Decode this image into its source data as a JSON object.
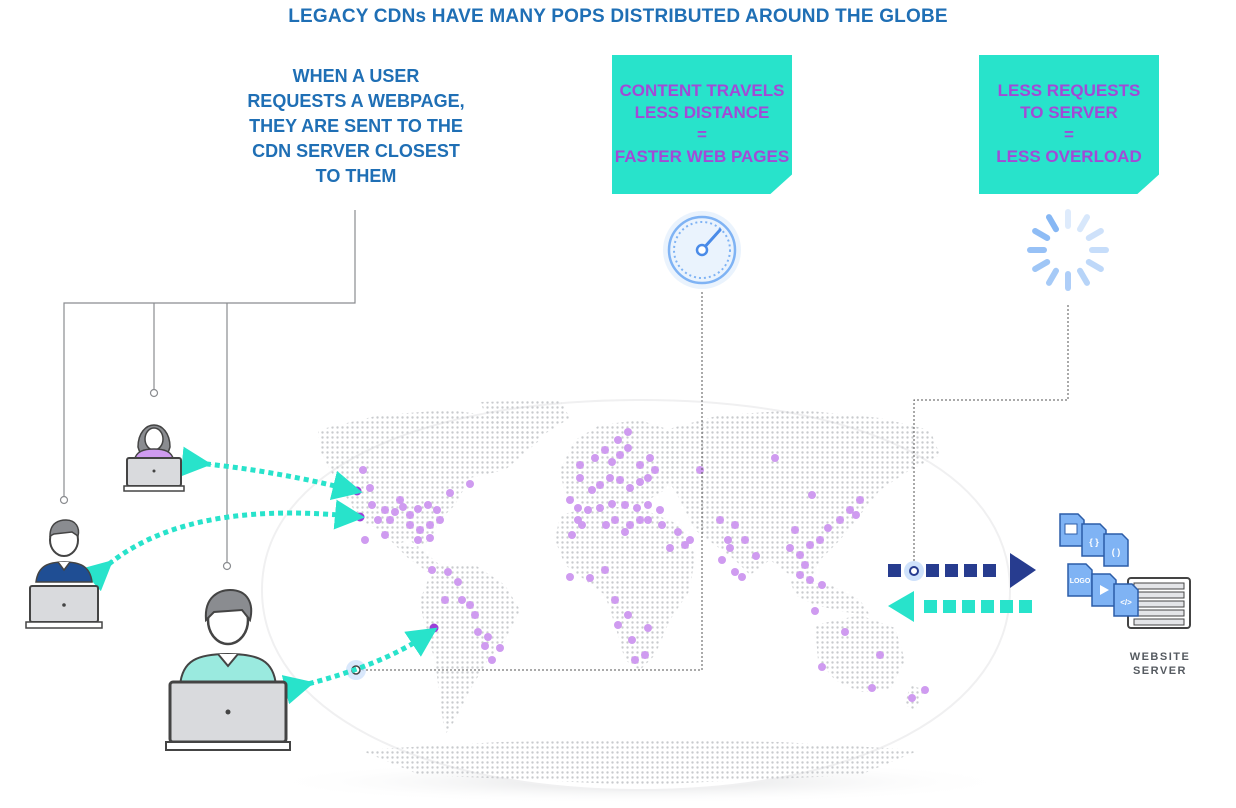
{
  "title": "LEGACY CDNs HAVE MANY POPS DISTRIBUTED AROUND THE GLOBE",
  "user_note": {
    "lines": [
      "WHEN A USER",
      "REQUESTS A WEBPAGE,",
      "THEY ARE SENT TO THE",
      "CDN SERVER CLOSEST",
      "TO THEM"
    ]
  },
  "benefit_boxes": [
    {
      "lines": [
        "CONTENT TRAVELS",
        "LESS DISTANCE",
        "=",
        "FASTER WEB PAGES"
      ],
      "icon": "speedometer-icon"
    },
    {
      "lines": [
        "LESS REQUESTS",
        "TO SERVER",
        "=",
        "LESS OVERLOAD"
      ],
      "icon": "loading-spinner-icon"
    }
  ],
  "server": {
    "label_lines": [
      "WEBSITE",
      "SERVER"
    ],
    "file_icons": [
      "image-file-icon",
      "braces-file-icon",
      "parens-file-icon",
      "logo-file-icon",
      "video-file-icon",
      "code-file-icon"
    ]
  },
  "file_icon_text": {
    "braces": "{ }",
    "parens": "( )",
    "logo": "LOGO",
    "code": "</>"
  },
  "users": [
    {
      "name": "woman-user",
      "icon": "woman-avatar-icon",
      "accent": "#a24ad6"
    },
    {
      "name": "man-user-left",
      "icon": "man-avatar-icon",
      "accent": "#1f4e94"
    },
    {
      "name": "man-user-large",
      "icon": "man-avatar-icon",
      "accent": "#28e3cb"
    }
  ],
  "colors": {
    "title_blue": "#1f6fb5",
    "box_teal": "#28e3cb",
    "box_text_purple": "#a24ad6",
    "pop_dot": "#cf9bf0",
    "pop_dot_active": "#9b3fd8",
    "arrow_navy": "#273c8f",
    "arrow_teal": "#28e3cb",
    "icon_light_blue": "#7fb3f4"
  }
}
